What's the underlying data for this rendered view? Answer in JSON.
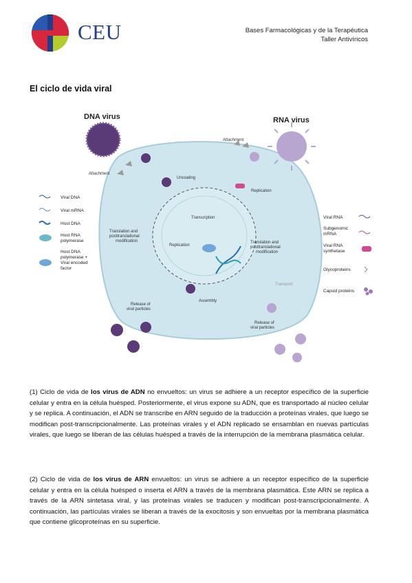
{
  "header": {
    "logo_text": "CEU",
    "course": "Bases Farmacológicas y de la Terapéutica",
    "workshop": "Taller Antivíricos"
  },
  "title": "El ciclo de vida viral",
  "figure": {
    "dna_virus": "DNA virus",
    "rna_virus": "RNA virus",
    "attachment_left": "Attachment",
    "attachment_right": "Attachment",
    "uncoating": "Uncoating",
    "replication_rna": "Replication",
    "transcription": "Transcription",
    "replication_dna": "Replication",
    "translation_left_1": "Translation and",
    "translation_left_2": "posttranslational",
    "translation_left_3": "modification",
    "translation_right_1": "Translation and",
    "translation_right_2": "posttranslational",
    "translation_right_3": "modification",
    "assembly": "Assembly",
    "transport": "Transport",
    "release_left_1": "Release of",
    "release_left_2": "viral particles",
    "release_right_1": "Release of",
    "release_right_2": "viral particles",
    "legend_left": [
      "Viral DNA",
      "Viral mRNA",
      "Host DNA",
      "Host RNA",
      "polymerase",
      "Host DNA",
      "polymerase +",
      "Viral encoded",
      "factor"
    ],
    "legend_right": [
      "Viral RNA",
      "Subgenomic",
      "mRNA",
      "Viral RNA",
      "synthetase",
      "Glycoproteins",
      "Capsid proteins"
    ]
  },
  "paragraph1": {
    "prefix": "(1) Ciclo de vida de ",
    "bold": "los virus de ADN",
    "text": " no envueltos: un virus se adhiere a un receptor específico de la superficie celular y entra en la célula huésped. Posteriormente, el virus expone su ADN, que es transportado al núcleo celular y se replica. A continuación, el ADN se transcribe en ARN seguido de la traducción a proteínas virales, que luego se modifican post-transcripcionalmente. Las proteínas virales y el ADN replicado se ensamblan en nuevas partículas virales, que luego se liberan de las células huésped a través de la interrupción de la membrana plasmática celular."
  },
  "paragraph2": {
    "prefix": "(2) Ciclo de vida de ",
    "bold": "los virus de ARN",
    "text": " envueltos: un virus se adhiere a un receptor específico de la superficie celular y entra en la célula huésped o inserta el ARN a través de la membrana plasmática.  Este ARN se replica a través de la ARN sintetasa viral, y las proteínas virales se traducen y modifican post-transcripcionalmente. A continuación, las partículas virales se liberan a través de la exocitosis y son envueltas por la membrana plasmática que contiene glicoproteínas en su superficie."
  },
  "colors": {
    "brand_blue": "#1f3f8c",
    "brand_red": "#d7263d",
    "brand_green": "#b5cc2e",
    "cell": "#cfe6ef",
    "dna_virus": "#5a3b78",
    "rna_virus": "#b8a6d0"
  }
}
